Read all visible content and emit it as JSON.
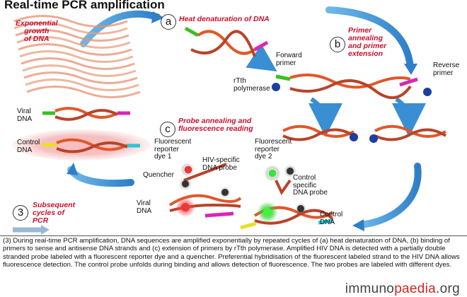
{
  "title": "Real-time PCR amplification",
  "labels": {
    "exponential_growth": [
      "Exponential",
      "growth",
      "of DNA"
    ],
    "step_a_letter": "a",
    "step_a": "Heat denaturation of DNA",
    "step_b_letter": "b",
    "step_b": [
      "Primer",
      "annealing",
      "and primer",
      "extension"
    ],
    "forward_primer": [
      "Forward",
      "primer"
    ],
    "reverse_primer": [
      "Reverse",
      "primer"
    ],
    "polymerase": [
      "rTth",
      "polymerase"
    ],
    "viral_dna": [
      "Viral",
      "DNA"
    ],
    "control_dna": [
      "Control",
      "DNA"
    ],
    "step_c_letter": "c",
    "step_c": [
      "Probe annealing and",
      "fluorescence reading"
    ],
    "reporter_dye_1": [
      "Fluorescent",
      "reporter",
      "dye 1"
    ],
    "reporter_dye_2": [
      "Fluorescent",
      "reporter",
      "dye 2"
    ],
    "hiv_probe": [
      "HIV-specific",
      "DNA probe"
    ],
    "quencher": "Quencher",
    "control_probe": [
      "Control",
      "specific",
      "DNA probe"
    ],
    "viral_dna_bottom": [
      "Viral",
      "DNA"
    ],
    "control_dna_bottom": [
      "Control",
      "DNA"
    ],
    "step_3_number": "3",
    "step_3": [
      "Subsequent",
      "cycles of",
      "PCR"
    ]
  },
  "caption": "(3) During real-time PCR amplification, DNA sequences are amplified exponentially by repeated cycles of (a) heat denaturation of DNA, (b) binding of primers to sense and antisense DNA strands and (c) extension of primers by rTth polymerase. Amplified HIV DNA is detected with a partially double stranded probe labeled with a fluorescent reporter dye and a quencher. Preferential hybridisation of the fluorescent labeled strand to the HIV DNA allows fluorescence detection. The control probe unfolds during binding and allows detection of fluorescence. The two probes are labeled with different dyes.",
  "logo": {
    "part1": "immuno",
    "part2": "paedia",
    "part3": ".org"
  },
  "colors": {
    "strand_a": "#e0582a",
    "strand_b": "#b8442a",
    "green": "#39c021",
    "magenta": "#d626b8",
    "yellow": "#e8e020",
    "cyan": "#25c8d8",
    "arrow": "#4aa0dc",
    "polymerase": "#1c3ea0",
    "red_text": "#c8102e"
  }
}
